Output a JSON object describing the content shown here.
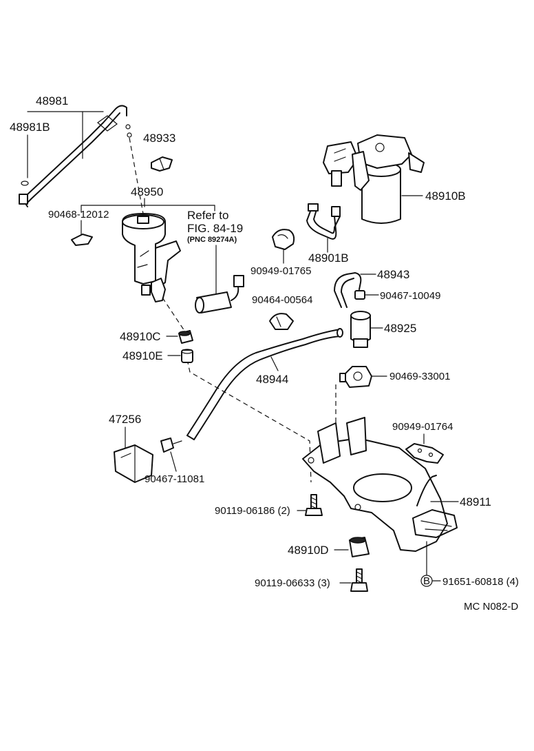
{
  "diagram": {
    "drawing_code": "MC N082-D",
    "reference_note": {
      "line1": "Refer to",
      "line2": "FIG. 84-19",
      "line3": "(PNC 89274A)"
    },
    "parts": [
      {
        "id": "p48981",
        "label": "48981"
      },
      {
        "id": "p48981b",
        "label": "48981B"
      },
      {
        "id": "p48933",
        "label": "48933"
      },
      {
        "id": "p48950",
        "label": "48950"
      },
      {
        "id": "p90468",
        "label": "90468-12012"
      },
      {
        "id": "p48910b",
        "label": "48910B"
      },
      {
        "id": "p48901b",
        "label": "48901B"
      },
      {
        "id": "p90949a",
        "label": "90949-01765"
      },
      {
        "id": "p48943",
        "label": "48943"
      },
      {
        "id": "p90467a",
        "label": "90467-10049"
      },
      {
        "id": "p90464",
        "label": "90464-00564"
      },
      {
        "id": "p48925",
        "label": "48925"
      },
      {
        "id": "p48910c",
        "label": "48910C"
      },
      {
        "id": "p48910e",
        "label": "48910E"
      },
      {
        "id": "p48944",
        "label": "48944"
      },
      {
        "id": "p90469",
        "label": "90469-33001"
      },
      {
        "id": "p47256",
        "label": "47256"
      },
      {
        "id": "p90949b",
        "label": "90949-01764"
      },
      {
        "id": "p90467b",
        "label": "90467-11081"
      },
      {
        "id": "p48911",
        "label": "48911"
      },
      {
        "id": "p90119a",
        "label": "90119-06186 (2)"
      },
      {
        "id": "p48910d",
        "label": "48910D"
      },
      {
        "id": "p90119b",
        "label": "90119-06633 (3)"
      },
      {
        "id": "p91651",
        "label": "91651-60818 (4)",
        "marker": "B"
      }
    ]
  }
}
